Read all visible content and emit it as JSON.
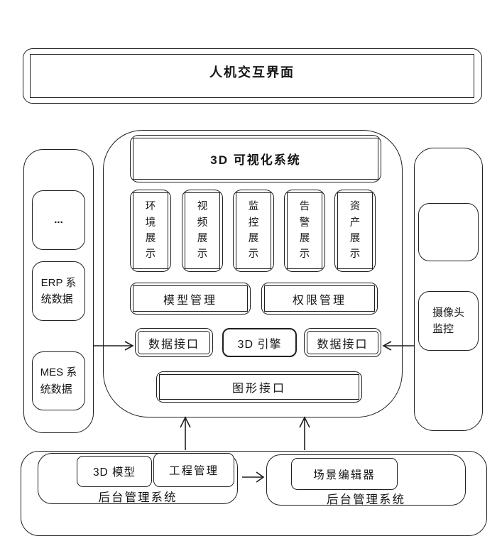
{
  "colors": {
    "line": "#1f1f1f",
    "background": "#ffffff"
  },
  "top_panel": {
    "title": "人机交互界面"
  },
  "left_panel": {
    "items": [
      {
        "label": "..."
      },
      {
        "label": "ERP 系\n统数据"
      },
      {
        "label": "MES 系\n统数据"
      }
    ]
  },
  "right_panel": {
    "empty_box": "",
    "camera_label": "摄像头\n监控"
  },
  "core_system": {
    "title": "3D 可视化系统",
    "display_modules": [
      "环境展示",
      "视频展示",
      "监控展示",
      "告警展示",
      "资产展示"
    ],
    "management_modules": [
      "模型管理",
      "权限管理"
    ],
    "interfaces": {
      "left": "数据接口",
      "engine": "3D 引擎",
      "right": "数据接口"
    },
    "graphics_interface": "图形接口"
  },
  "backend": {
    "left_system": {
      "modules": [
        "3D 模型",
        "工程管理"
      ],
      "label": "后台管理系统"
    },
    "right_system": {
      "modules": [
        "场景编辑器"
      ],
      "label": "后台管理系统"
    }
  }
}
